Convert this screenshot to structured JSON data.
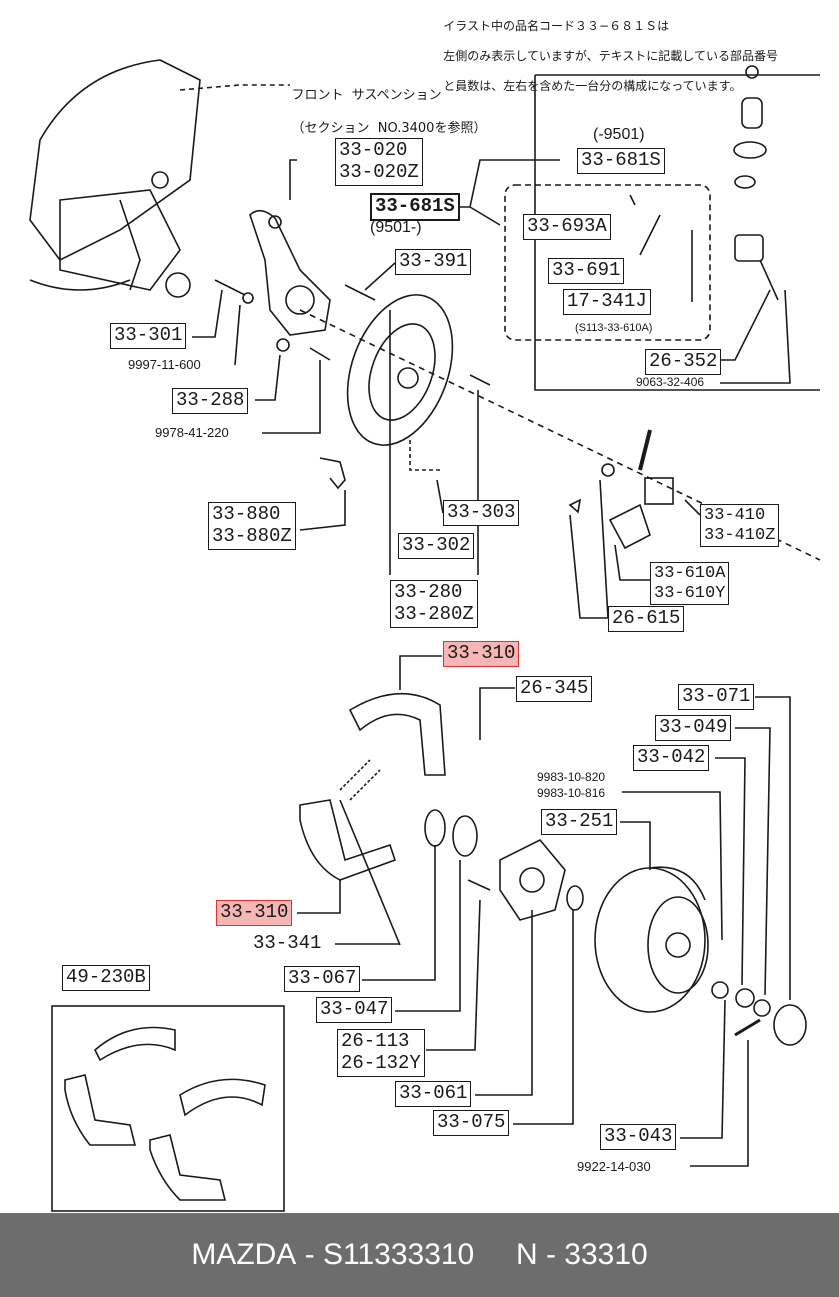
{
  "notes": {
    "top_note": [
      "イラスト中の品名コード３３−６８１Ｓは",
      "左側のみ表示していますが、テキストに記載している部品番号",
      "と員数は、左右を含めた一台分の構成になっています。"
    ],
    "front_suspension": [
      "フロント  サスペンション",
      "（セクション  NO.3400を参照）"
    ],
    "date_from_9501": "(9501-)",
    "date_to_9501": "(-9501)",
    "sub_ref": "(S113-33-610A)"
  },
  "labels": {
    "p33020": [
      "33-020",
      "33-020Z"
    ],
    "p33681s_a": "33-681S",
    "p33681s_b": "33-681S",
    "p33693a": "33-693A",
    "p33391": "33-391",
    "p33691": "33-691",
    "p17341j": "17-341J",
    "p33301": "33-301",
    "p9997": "9997-11-600",
    "p26352": "26-352",
    "p9063": "9063-32-406",
    "p33288": "33-288",
    "p9978": "9978-41-220",
    "p33880": [
      "33-880",
      "33-880Z"
    ],
    "p33303": "33-303",
    "p33410": [
      "33-410",
      "33-410Z"
    ],
    "p33302": "33-302",
    "p33610": [
      "33-610A",
      "33-610Y"
    ],
    "p33280": [
      "33-280",
      "33-280Z"
    ],
    "p26615": "26-615",
    "p33310_top": "33-310",
    "p26345": "26-345",
    "p33071": "33-071",
    "p33049": "33-049",
    "p33042": "33-042",
    "p9983_820": "9983-10-820",
    "p9983_816": "9983-10-816",
    "p33251": "33-251",
    "p33310_left": "33-310",
    "p33341": "33-341",
    "p49230b": "49-230B",
    "p33067": "33-067",
    "p33047": "33-047",
    "p26113": [
      "26-113",
      "26-132Y"
    ],
    "p33061": "33-061",
    "p33075": "33-075",
    "p33043": "33-043",
    "p9922": "9922-14-030"
  },
  "footer": {
    "brand": "MAZDA",
    "part_number": "S11333310",
    "ref": "N - 33310"
  },
  "colors": {
    "highlight": "#f7b6b6",
    "footer_bg": "#6d6d6d"
  }
}
